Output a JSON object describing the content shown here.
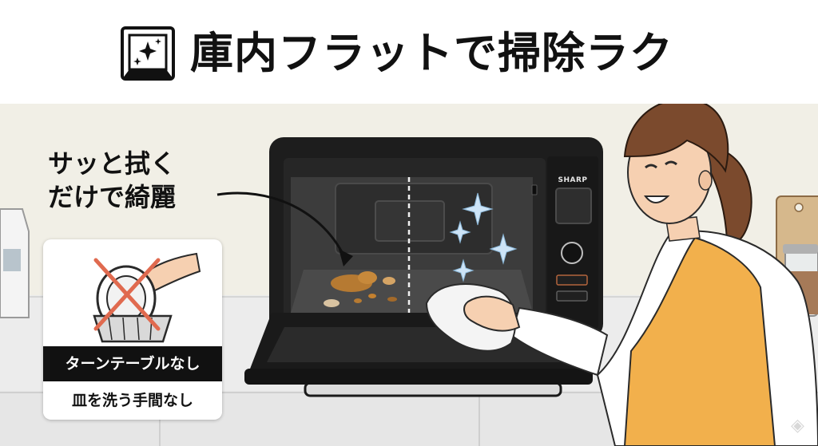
{
  "header": {
    "title": "庫内フラットで掃除ラク",
    "icon": "flat-oven-interior-icon"
  },
  "caption": {
    "line1": "サッと拭く",
    "line2": "だけで綺麗"
  },
  "microwave": {
    "brand": "SHARP"
  },
  "card": {
    "icon": "no-turntable-plate-icon",
    "label_dark": "ターンテーブルなし",
    "label_light": "皿を洗う手間なし"
  },
  "colors": {
    "microwave_body": "#1d1d1d",
    "wall": "#f1efe6",
    "counter": "#ececec",
    "apron": "#f2b04c",
    "hair": "#7b4a2d",
    "cross": "#e06a4f",
    "sparkle": "#cde4f7"
  },
  "icons": [
    "sparkle-icon",
    "cloth-icon",
    "arrow-icon",
    "cross-icon"
  ]
}
